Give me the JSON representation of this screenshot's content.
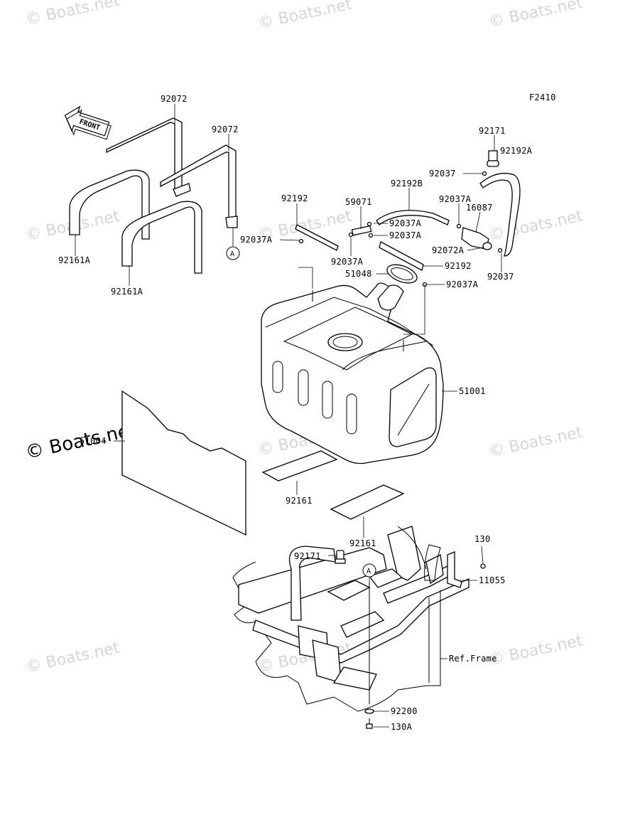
{
  "figure_code": "F2410",
  "front_arrow_label": "FRONT",
  "watermark": "© Boats.net",
  "callouts": {
    "p92072_a": "92072",
    "p92072_b": "92072",
    "p92161A_a": "92161A",
    "p92161A_b": "92161A",
    "ref_A_top": "A",
    "p92192": "92192",
    "p92037A_left": "92037A",
    "p59071": "59071",
    "p92192B": "92192B",
    "p92037A_1": "92037A",
    "p92037A_2": "92037A",
    "p92037A_3": "92037A",
    "p92037A_4": "92037A",
    "p92037A_5": "92037A",
    "p92171_top": "92171",
    "p92192A": "92192A",
    "p92037_a": "92037",
    "p16087": "16087",
    "p92072A": "92072A",
    "p92037_b": "92037",
    "p92192_b": "92192",
    "p51048": "51048",
    "p51001": "51001",
    "p51004": "51004",
    "p92161_a": "92161",
    "p92161_b": "92161",
    "p130": "130",
    "p92171_bottom": "92171",
    "ref_A_bottom": "A",
    "p11055": "11055",
    "ref_frame": "Ref.Frame",
    "p92200": "92200",
    "p130A": "130A"
  }
}
